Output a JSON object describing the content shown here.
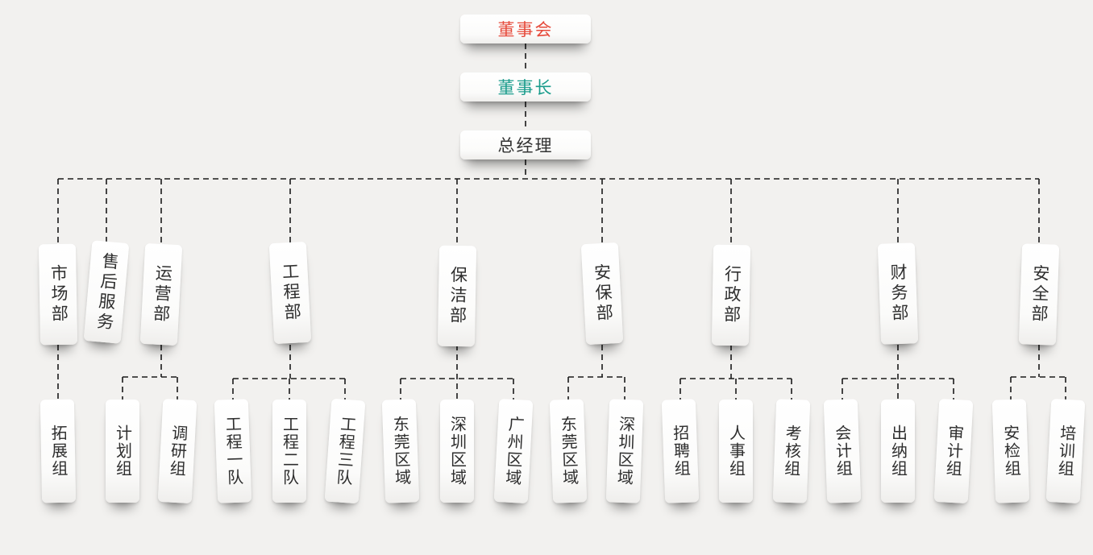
{
  "page": {
    "background": "#f2f1ef",
    "line_color": "#1a1a1a"
  },
  "org": {
    "top": [
      {
        "id": "board",
        "label": "董事会",
        "color": "#e64a3b"
      },
      {
        "id": "chairman",
        "label": "董事长",
        "color": "#1b9c8c"
      },
      {
        "id": "general-manager",
        "label": "总经理",
        "color": "#333333"
      }
    ],
    "departments": [
      {
        "id": "marketing",
        "label": "市场部",
        "children": [
          "拓展组"
        ]
      },
      {
        "id": "after-sales",
        "label": "售后服务",
        "children": []
      },
      {
        "id": "operations",
        "label": "运营部",
        "children": [
          "计划组",
          "调研组"
        ]
      },
      {
        "id": "engineering",
        "label": "工程部",
        "children": [
          "工程一队",
          "工程二队",
          "工程三队"
        ]
      },
      {
        "id": "cleaning",
        "label": "保洁部",
        "children": [
          "东莞区域",
          "深圳区域",
          "广州区域"
        ]
      },
      {
        "id": "security",
        "label": "安保部",
        "children": [
          "东莞区域",
          "深圳区域"
        ]
      },
      {
        "id": "administration",
        "label": "行政部",
        "children": [
          "招聘组",
          "人事组",
          "考核组"
        ]
      },
      {
        "id": "finance",
        "label": "财务部",
        "children": [
          "会计组",
          "出纳组",
          "审计组"
        ]
      },
      {
        "id": "safety",
        "label": "安全部",
        "children": [
          "安检组",
          "培训组"
        ]
      }
    ]
  }
}
